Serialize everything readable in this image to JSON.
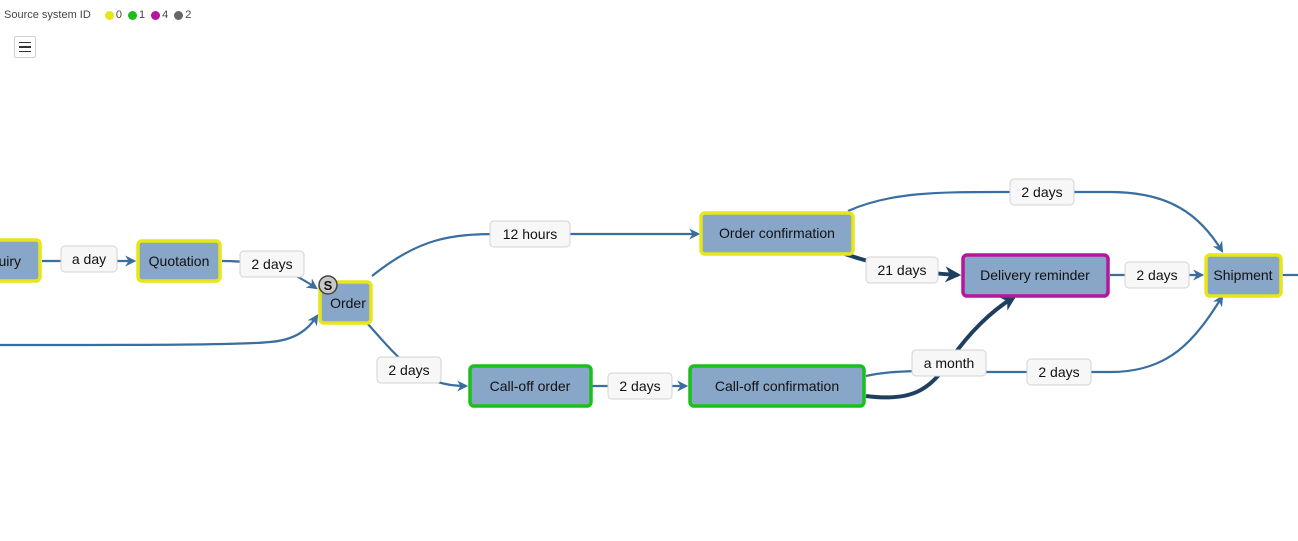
{
  "legend": {
    "title": "Source system ID",
    "items": [
      {
        "label": "0",
        "color": "#e6e619"
      },
      {
        "label": "1",
        "color": "#1bbf1b"
      },
      {
        "label": "4",
        "color": "#b5169b"
      },
      {
        "label": "2",
        "color": "#666666"
      }
    ]
  },
  "menu": {
    "icon": "hamburger-icon"
  },
  "start_marker": {
    "label": "S"
  },
  "nodes": {
    "inquiry": {
      "label": "Inquiry",
      "source": "0"
    },
    "quotation": {
      "label": "Quotation",
      "source": "0"
    },
    "order": {
      "label": "Order",
      "source": "0"
    },
    "order_confirmation": {
      "label": "Order confirmation",
      "source": "0"
    },
    "call_off_order": {
      "label": "Call-off order",
      "source": "1"
    },
    "call_off_confirmation": {
      "label": "Call-off confirmation",
      "source": "1"
    },
    "delivery_reminder": {
      "label": "Delivery reminder",
      "source": "4"
    },
    "shipment": {
      "label": "Shipment",
      "source": "0"
    }
  },
  "edges": {
    "inquiry_quotation": "a day",
    "quotation_order": "2 days",
    "order_orderconf": "12 hours",
    "orderconf_shipment": "2 days",
    "orderconf_reminder": "21 days",
    "reminder_shipment": "2 days",
    "order_calloff": "2 days",
    "calloff_calloffconf": "2 days",
    "calloffconf_reminder": "a month",
    "calloffconf_shipment": "2 days"
  },
  "colors": {
    "node_fill": "#88a6c7",
    "edge": "#3a6e9f",
    "edge_heavy": "#1f3f5f"
  }
}
